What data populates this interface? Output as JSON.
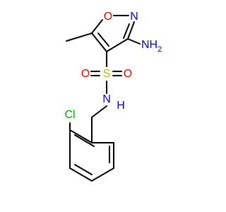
{
  "structure": {
    "atoms": [
      {
        "id": "a_o_ring",
        "symbol": "O"
      },
      {
        "id": "a_n_ring",
        "symbol": "N"
      },
      {
        "id": "a_nh2",
        "symbol": "NH",
        "subscript": "2"
      },
      {
        "id": "a_s",
        "symbol": "S"
      },
      {
        "id": "a_o_left",
        "symbol": "O"
      },
      {
        "id": "a_o_right",
        "symbol": "O"
      },
      {
        "id": "a_nh",
        "symbol": "N",
        "suffix": "H"
      },
      {
        "id": "a_cl",
        "symbol": "Cl"
      }
    ]
  },
  "colors": {
    "bond": "#000000",
    "oxygen": "#ff0000",
    "nitrogen": "#0000ff",
    "sulfur": "#b8b800",
    "chlorine": "#00b000",
    "background": "#ffffff"
  }
}
